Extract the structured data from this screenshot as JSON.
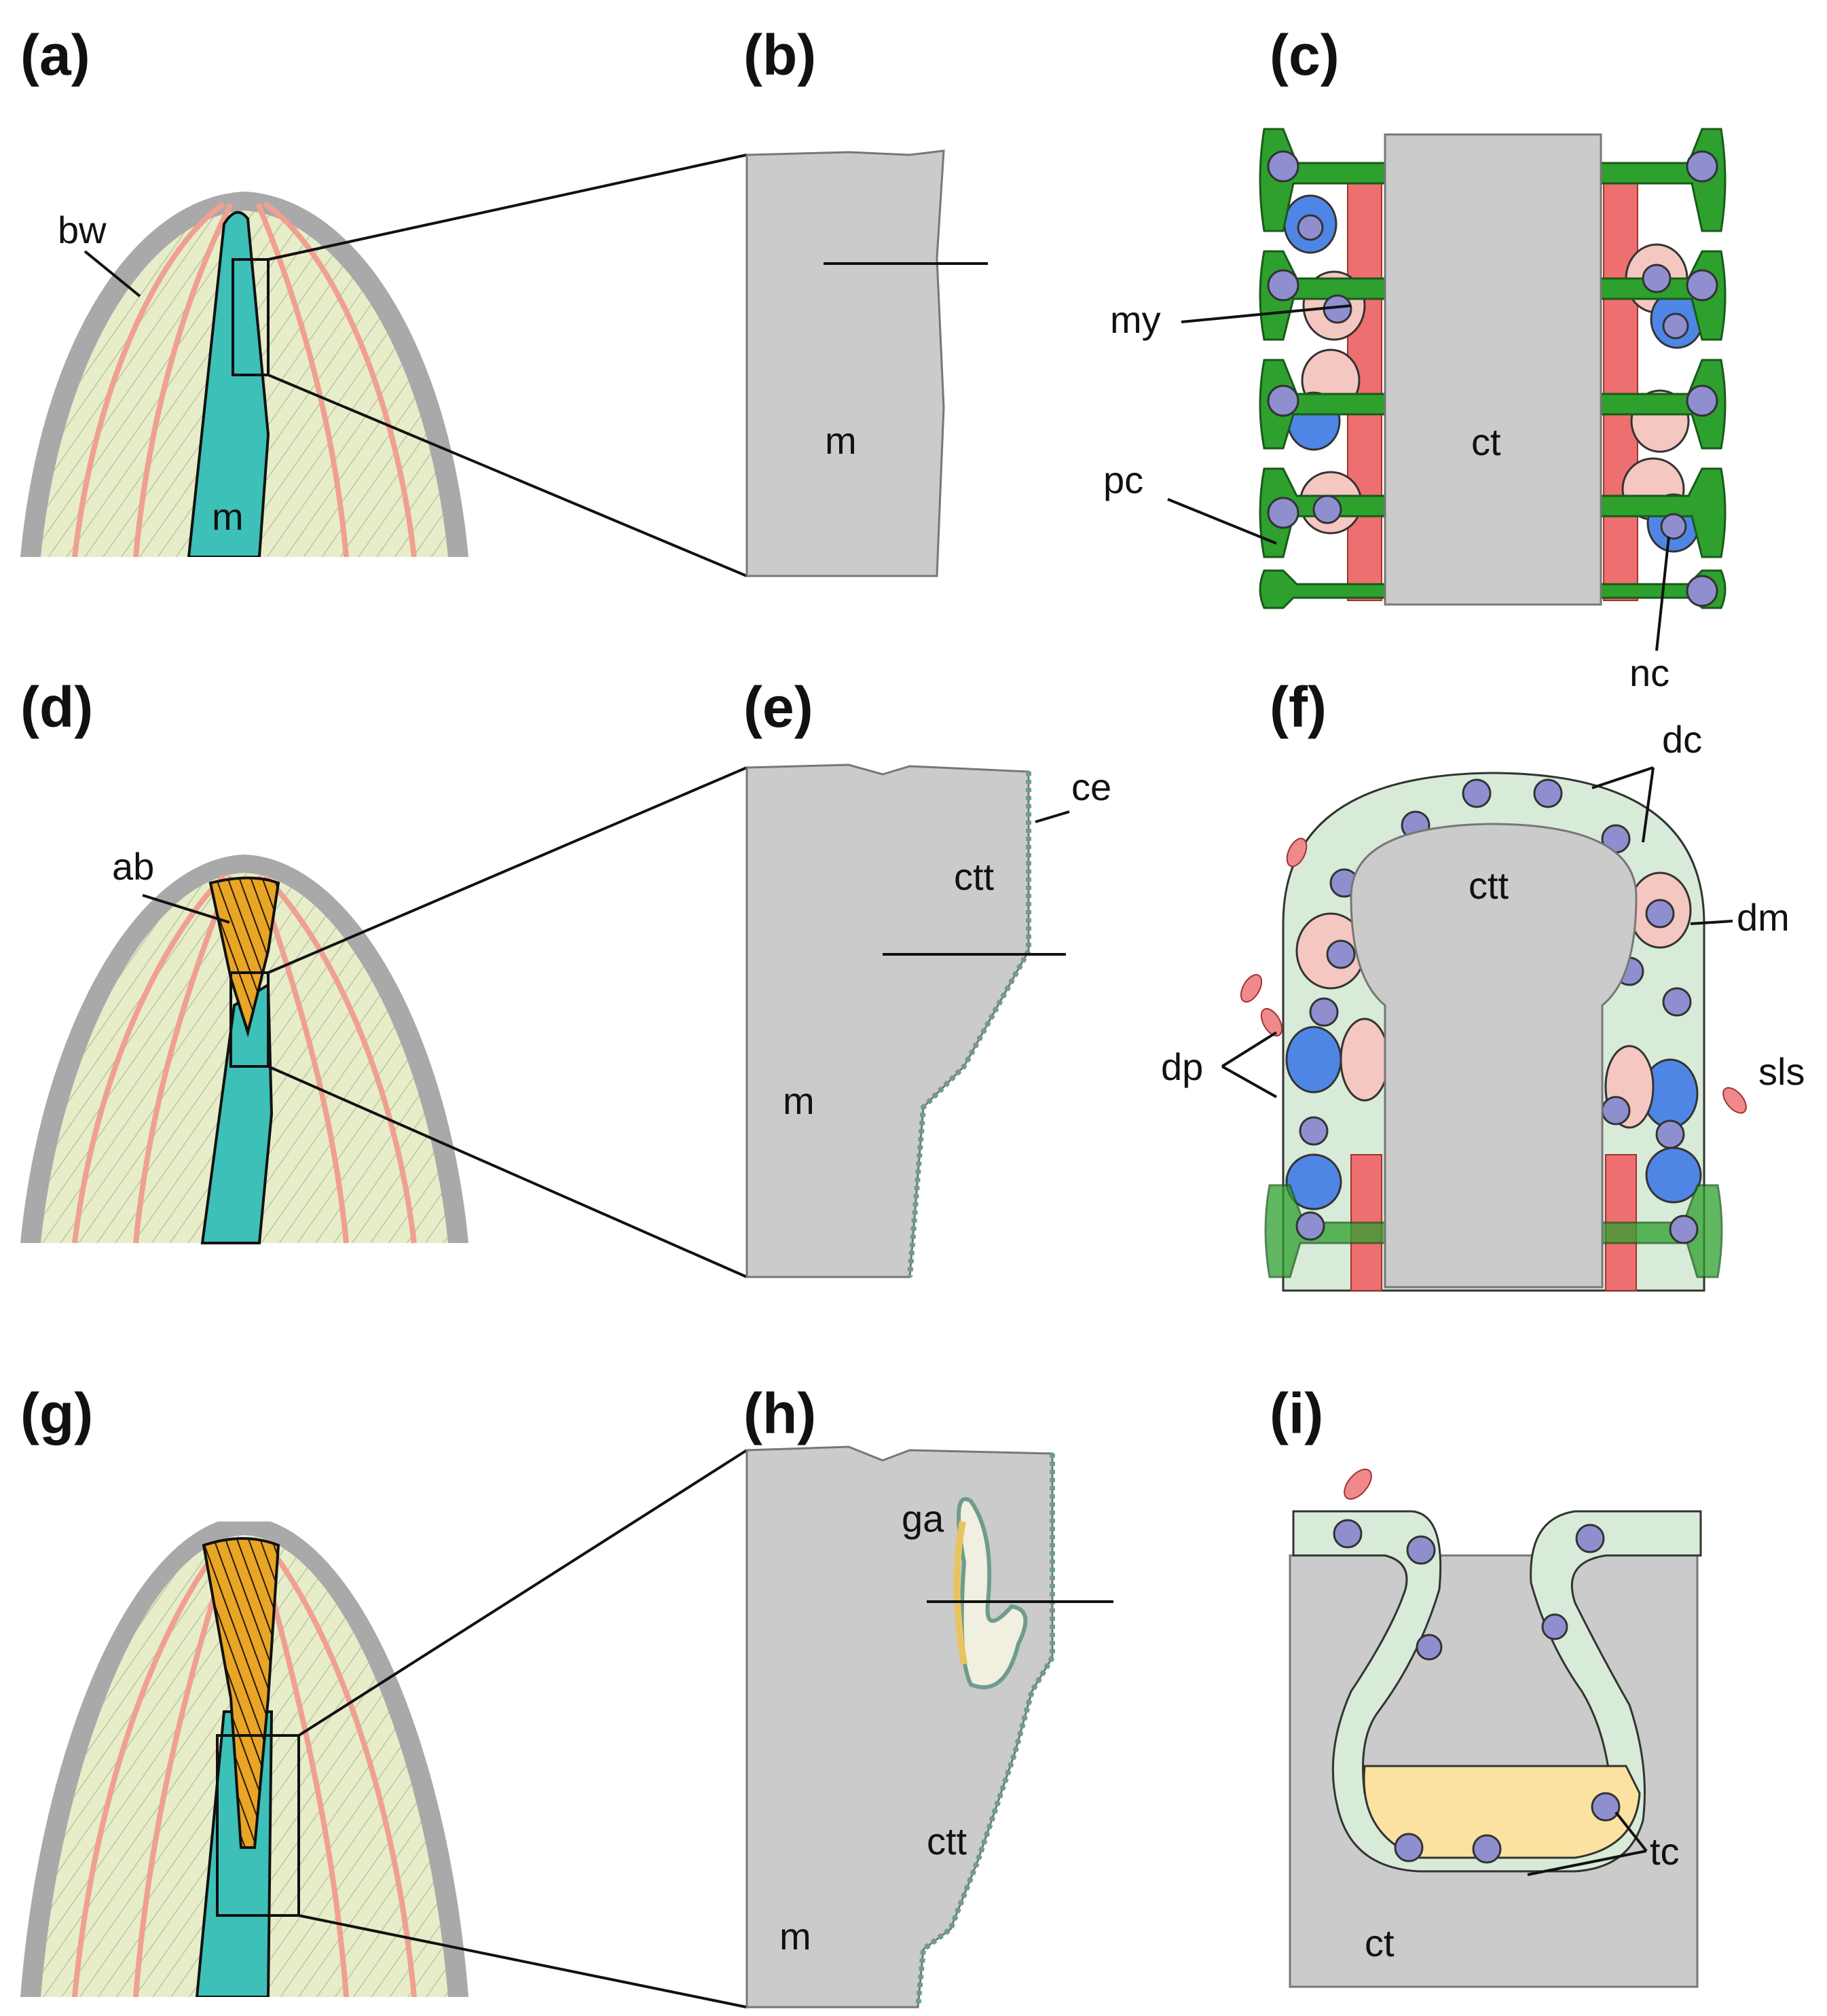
{
  "panels": {
    "a": {
      "letter": "(a)",
      "labels": {
        "bw": "bw",
        "m": "m"
      }
    },
    "b": {
      "letter": "(b)",
      "labels": {
        "m": "m"
      }
    },
    "c": {
      "letter": "(c)",
      "labels": {
        "my": "my",
        "ct": "ct",
        "pc": "pc",
        "nc": "nc"
      }
    },
    "d": {
      "letter": "(d)",
      "labels": {
        "ab": "ab"
      }
    },
    "e": {
      "letter": "(e)",
      "labels": {
        "ce": "ce",
        "ctt": "ctt",
        "m": "m"
      }
    },
    "f": {
      "letter": "(f)",
      "labels": {
        "dc": "dc",
        "ctt": "ctt",
        "dm": "dm",
        "dp": "dp",
        "sls": "sls"
      }
    },
    "g": {
      "letter": "(g)",
      "labels": {}
    },
    "h": {
      "letter": "(h)",
      "labels": {
        "ga": "ga",
        "ctt": "ctt",
        "m": "m"
      }
    },
    "i": {
      "letter": "(i)",
      "labels": {
        "ct": "ct",
        "tc": "tc"
      }
    }
  },
  "colors": {
    "medulla": "#3cc0b8",
    "body_wall": "#e6edc8",
    "bands": "#f0a090",
    "blastema": "#e0a020",
    "tissue_gray": "#cbcbcb",
    "green_cells": "#2ea02e",
    "pale_cells": "#d8ebd8",
    "pink_cells": "#f4c7c0",
    "blue_cells": "#4f86e6",
    "yellow_cells": "#fbe2a0",
    "nuclei": "#8f8fd0"
  }
}
